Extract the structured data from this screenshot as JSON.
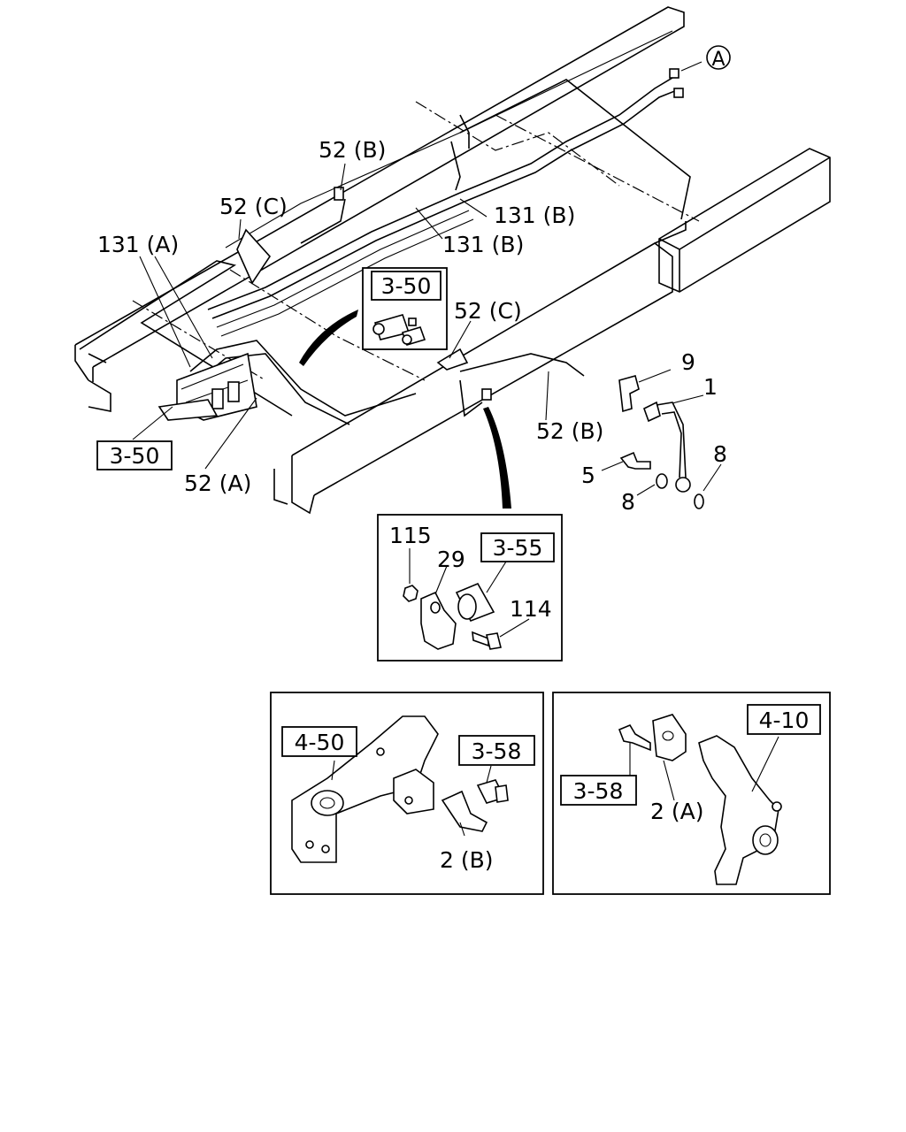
{
  "callouts": {
    "ref_a": "A",
    "c52b_top": "52 (B)",
    "c52c_left": "52 (C)",
    "c131a": "131 (A)",
    "c131b_1": "131 (B)",
    "c131b_2": "131 (B)",
    "c52c_mid": "52 (C)",
    "c52b_right": "52 (B)",
    "c52a": "52 (A)",
    "c9": "9",
    "c1": "1",
    "c5": "5",
    "c8_a": "8",
    "c8_b": "8",
    "c115": "115",
    "c29": "29",
    "c114": "114",
    "c2b": "2 (B)",
    "c2a": "2 (A)"
  },
  "refboxes": {
    "r350_inset": "3-50",
    "r350_left": "3-50",
    "r355": "3-55",
    "r450": "4-50",
    "r358_left": "3-58",
    "r358_right": "3-58",
    "r410": "4-10"
  }
}
